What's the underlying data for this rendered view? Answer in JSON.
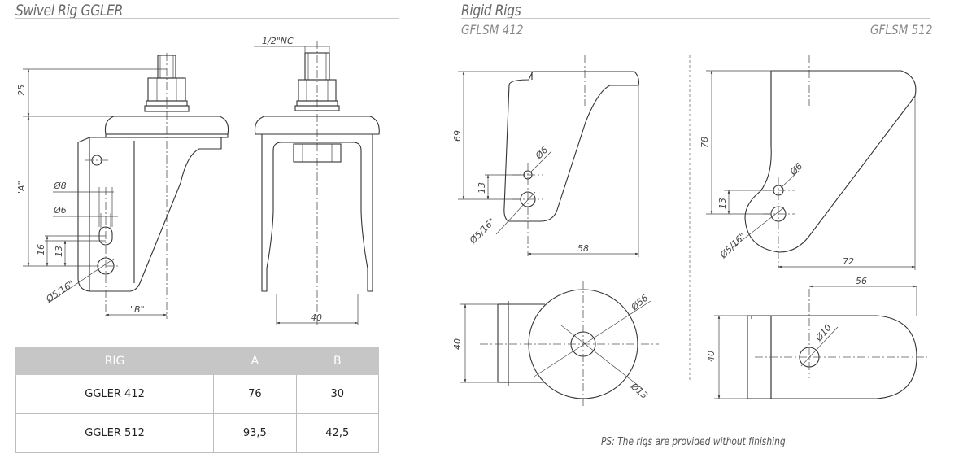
{
  "left_title": "Swivel Rig GGLER",
  "right_title": "Rigid Rigs",
  "subtitle_412": "GFLSM 412",
  "subtitle_512": "GFLSM 512",
  "dims": {
    "d25": "25",
    "dA": "\"A\"",
    "d16": "16",
    "d13a": "13",
    "phi8": "Ø8",
    "phi6a": "Ø6",
    "phi516a": "Ø5/16\"",
    "dB": "\"B\"",
    "nc": "1/2\"NC",
    "d40a": "40",
    "d69": "69",
    "phi6b": "Ø6",
    "d13b": "13",
    "phi516b": "Ø5/16\"",
    "d58": "58",
    "d78": "78",
    "phi6c": "Ø6",
    "d13c": "13",
    "phi516c": "Ø5/16\"",
    "d72": "72",
    "d40b": "40",
    "phi56": "Ø56",
    "phi13": "Ø13",
    "d56": "56",
    "phi10": "Ø10",
    "d40c": "40"
  },
  "table": {
    "headers": [
      "RIG",
      "A",
      "B"
    ],
    "rows": [
      [
        "GGLER 412",
        "76",
        "30"
      ],
      [
        "GGLER 512",
        "93,5",
        "42,5"
      ]
    ]
  },
  "note": "PS: The rigs are provided without finishing"
}
